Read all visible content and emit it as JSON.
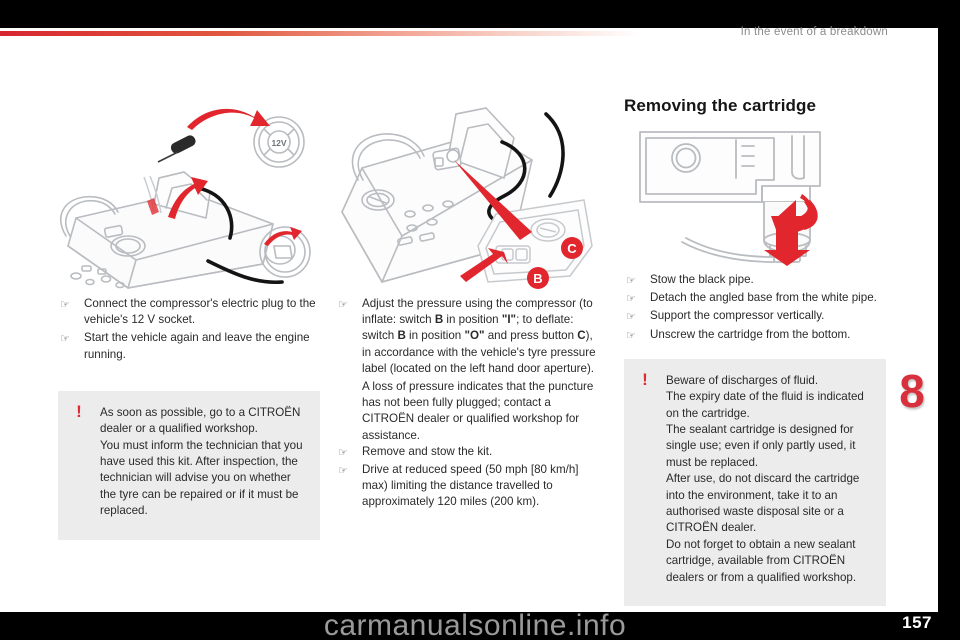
{
  "header": {
    "title": "In the event of a breakdown"
  },
  "chapter": {
    "number": "8"
  },
  "footer": {
    "page_number": "157",
    "watermark": "carmanualsonline.info"
  },
  "columns": {
    "left": {
      "figure": {
        "name": "compressor-12v-plug-illustration",
        "callouts": [
          "12V"
        ]
      },
      "steps": [
        "Connect the compressor's electric plug to the vehicle's 12 V socket.",
        "Start the vehicle again and leave the engine running."
      ],
      "warning": {
        "icon": "!",
        "paragraphs": [
          "As soon as possible, go to a CITROËN dealer or a qualified workshop.",
          "You must inform the technician that you have used this kit. After inspection, the technician will advise you on whether the tyre can be repaired or if it must be replaced."
        ]
      }
    },
    "middle": {
      "figure": {
        "name": "compressor-switch-b-button-c-illustration",
        "callouts": [
          "C",
          "B"
        ]
      },
      "step_1": {
        "prefix": "Adjust the pressure using the compressor (to inflate: switch ",
        "switch_label_1": "B",
        "mid_1": " in position ",
        "position_1": "\"I\"",
        "mid_2": "; to deflate: switch ",
        "switch_label_2": "B",
        "mid_3": " in position ",
        "position_2": "\"O\"",
        "mid_4": " and press button ",
        "button_label": "C",
        "suffix": "), in accordance with the vehicle's tyre pressure label (located on the left hand door aperture)."
      },
      "note": "A loss of pressure indicates that the puncture has not been fully plugged; contact a CITROËN dealer or qualified workshop for assistance.",
      "steps_tail": [
        "Remove and stow the kit.",
        "Drive at reduced speed (50 mph [80 km/h] max) limiting the distance travelled to approximately 120 miles (200 km)."
      ]
    },
    "right": {
      "title": "Removing the cartridge",
      "figure": {
        "name": "cartridge-removal-illustration"
      },
      "steps": [
        "Stow the black pipe.",
        "Detach the angled base from the white pipe.",
        "Support the compressor vertically.",
        "Unscrew the cartridge from the bottom."
      ],
      "warning": {
        "icon": "!",
        "paragraphs": [
          "Beware of discharges of fluid.",
          "The expiry date of the fluid is indicated on the cartridge.",
          "The sealant cartridge is designed for single use; even if only partly used, it must be replaced.",
          "After use, do not discard the cartridge into the environment, take it to an authorised waste disposal site or a CITROËN dealer.",
          "Do not forget to obtain a new sealant cartridge, available from CITROËN dealers or from a qualified workshop."
        ]
      }
    }
  },
  "colors": {
    "accent_red": "#d8303c",
    "warning_red": "#e02b34",
    "panel_grey": "#ececec",
    "bar_black": "#000000"
  }
}
